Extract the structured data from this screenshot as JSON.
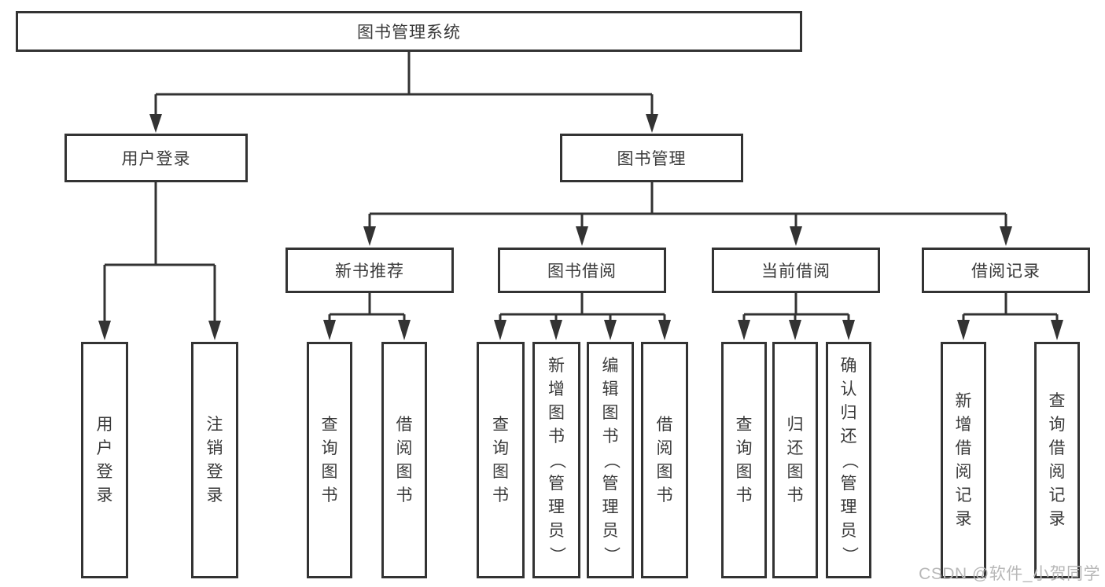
{
  "tree": {
    "label": "图书管理系统",
    "children": [
      {
        "label": "用户登录",
        "children": [
          {
            "label": "用户登录"
          },
          {
            "label": "注销登录"
          }
        ]
      },
      {
        "label": "图书管理",
        "children": [
          {
            "label": "新书推荐",
            "children": [
              {
                "label": "查询图书"
              },
              {
                "label": "借阅图书"
              }
            ]
          },
          {
            "label": "图书借阅",
            "children": [
              {
                "label": "查询图书"
              },
              {
                "label": "新增图书（管理员）"
              },
              {
                "label": "编辑图书（管理员）"
              },
              {
                "label": "借阅图书"
              }
            ]
          },
          {
            "label": "当前借阅",
            "children": [
              {
                "label": "查询图书"
              },
              {
                "label": "归还图书"
              },
              {
                "label": "确认归还（管理员）"
              }
            ]
          },
          {
            "label": "借阅记录",
            "children": [
              {
                "label": "新增借阅记录"
              },
              {
                "label": "查询借阅记录"
              }
            ]
          }
        ]
      }
    ]
  },
  "watermark": "CSDN @软件_小贺同学",
  "colors": {
    "line": "#333333",
    "box_border": "#333333",
    "text": "#3a3a3a",
    "background": "#ffffff",
    "watermark": "#b8b8b8"
  }
}
